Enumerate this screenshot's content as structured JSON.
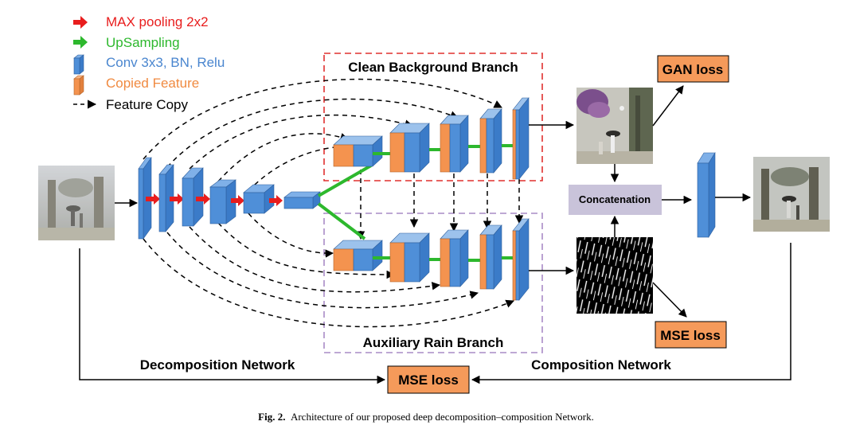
{
  "legend": {
    "maxpool": "MAX pooling 2x2",
    "upsampling": "UpSampling",
    "conv": "Conv 3x3, BN, Relu",
    "copied": "Copied Feature",
    "feature_copy": "Feature Copy"
  },
  "branches": {
    "clean": "Clean Background Branch",
    "rain": "Auxiliary Rain Branch"
  },
  "networks": {
    "decomposition": "Decomposition Network",
    "composition": "Composition Network"
  },
  "boxes": {
    "gan_loss": "GAN loss",
    "mse_loss_rain": "MSE loss",
    "mse_loss_bottom": "MSE loss",
    "concatenation": "Concatenation"
  },
  "caption": {
    "label": "Fig. 2.",
    "text": "Architecture of our proposed deep decomposition–composition Network."
  },
  "colors": {
    "conv": "#4f8fd8",
    "copied": "#f4934f",
    "maxpool": "#e81d1d",
    "upsampling": "#2db82d",
    "clean_box": "#e0302f",
    "rain_box": "#a98bc6",
    "loss_box": "#f59a5a",
    "concat_box": "#c9c3da"
  }
}
